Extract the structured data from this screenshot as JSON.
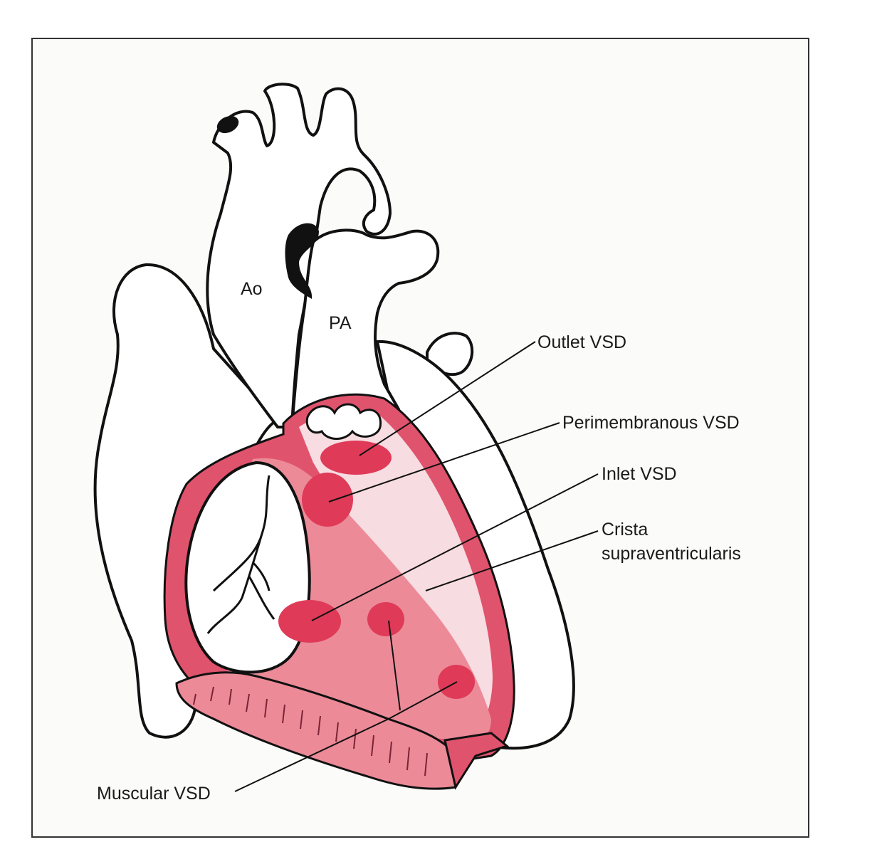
{
  "labels": {
    "ao": "Ao",
    "pa": "PA",
    "outlet_vsd": "Outlet VSD",
    "perimembranous_vsd": "Perimembranous VSD",
    "inlet_vsd": "Inlet VSD",
    "crista_line1": "Crista",
    "crista_line2": "supraventricularis",
    "muscular_vsd": "Muscular VSD"
  },
  "colors": {
    "frame_background": "#fbfbf9",
    "outline": "#111111",
    "wall_red": "#e0536d",
    "septum_pink": "#ec8a98",
    "septum_light": "#f7dce1",
    "defect": "#df3a58"
  }
}
